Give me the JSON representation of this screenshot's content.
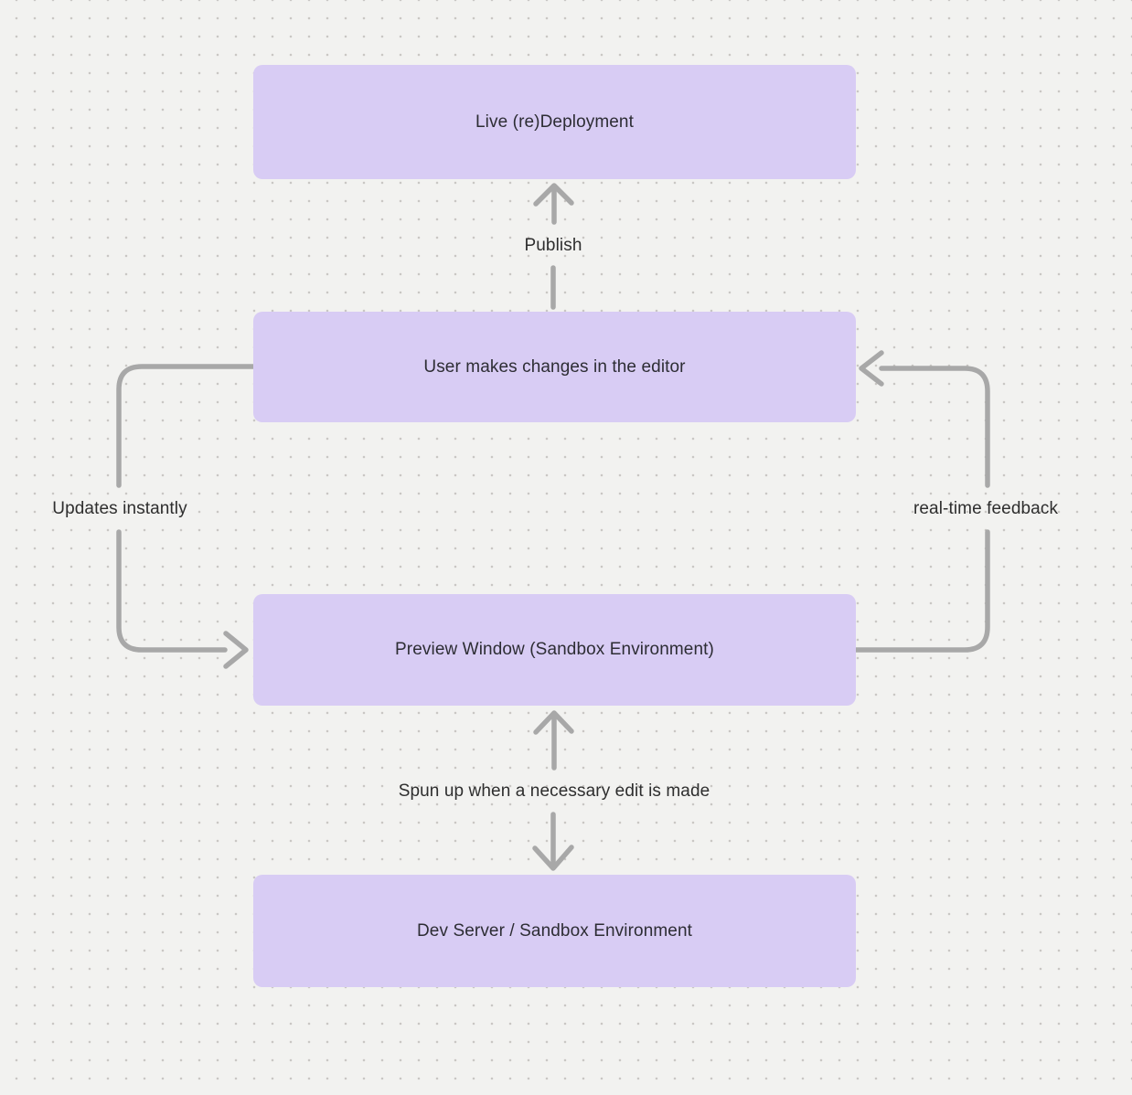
{
  "diagram": {
    "nodes": [
      {
        "id": "live-redeployment",
        "label": "Live (re)Deployment"
      },
      {
        "id": "editor",
        "label": "User makes changes in the editor"
      },
      {
        "id": "preview-window",
        "label": "Preview Window (Sandbox Environment)"
      },
      {
        "id": "dev-server",
        "label": "Dev Server / Sandbox Environment"
      }
    ],
    "edges": [
      {
        "id": "publish",
        "label": "Publish",
        "from": "editor",
        "to": "live-redeployment",
        "direction": "up"
      },
      {
        "id": "updates-instantly",
        "label": "Updates instantly",
        "from": "editor",
        "to": "preview-window",
        "direction": "left-down"
      },
      {
        "id": "real-time-feedback",
        "label": "real-time feedback",
        "from": "preview-window",
        "to": "editor",
        "direction": "right-up"
      },
      {
        "id": "spun-up",
        "label": "Spun up when a necessary edit is made",
        "from": "preview-window",
        "to": "dev-server",
        "direction": "bidirectional"
      }
    ],
    "colors": {
      "canvas_bg": "#f2f2f0",
      "dot_color": "#c9c7c4",
      "node_fill": "#d8ccf4",
      "node_text": "#2d2d34",
      "label_text": "#2e2e2e",
      "arrow": "#a8a8a8"
    }
  }
}
